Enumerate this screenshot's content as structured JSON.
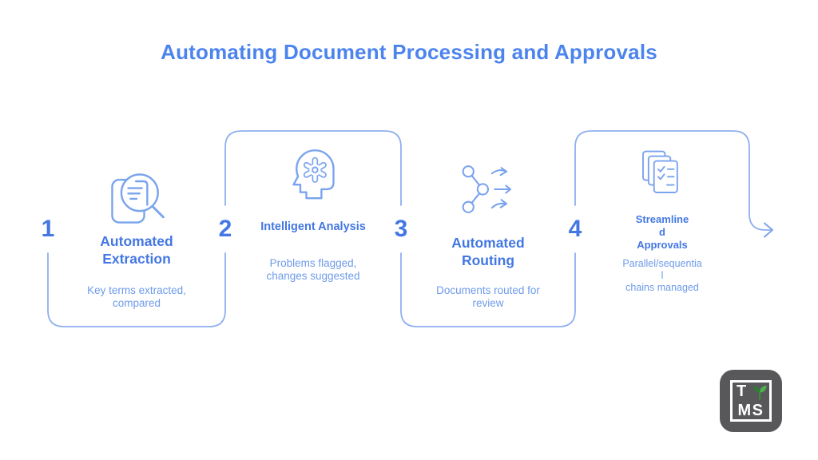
{
  "title": "Automating Document Processing and Approvals",
  "colors": {
    "main_title": "#4C84EE",
    "step_title": "#4377E3",
    "step_number": "#4377E3",
    "subtitle": "#6E9AEA",
    "flow_line": "#8FAFF0",
    "icon_stroke": "#7AA3EE",
    "logo_background": "#58585A",
    "logo_text": "#FFFFFF",
    "sprout_green": "#4CAF50"
  },
  "steps": [
    {
      "number": "1",
      "title": "Automated\nExtraction",
      "subtitle": "Key terms extracted,\ncompared",
      "icon": "document-magnifier-icon"
    },
    {
      "number": "2",
      "title": "Intelligent Analysis",
      "subtitle": "Problems flagged,\nchanges suggested",
      "icon": "head-gear-icon"
    },
    {
      "number": "3",
      "title": "Automated\nRouting",
      "subtitle": "Documents routed for\nreview",
      "icon": "routing-icon"
    },
    {
      "number": "4",
      "title": "Streamline\nd\nApprovals",
      "subtitle": "Parallel/sequentia\nl\nchains managed",
      "icon": "stacked-checklists-icon"
    }
  ],
  "logo": {
    "top_left": "T",
    "bottom": "MS",
    "icon": "sprout-icon"
  }
}
